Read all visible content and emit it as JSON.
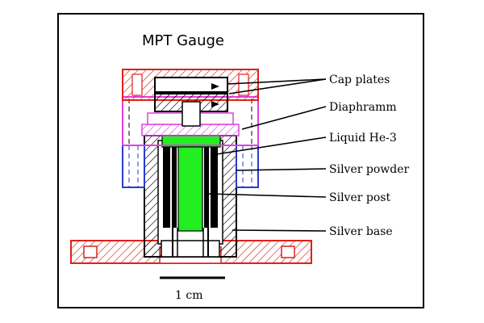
{
  "figure": {
    "title": "MPT Gauge",
    "scale_bar_label": "1 cm"
  },
  "labels": {
    "cap_plates": "Cap plates",
    "diaphragm": "Diaphramm",
    "liquid_he3": "Liquid He-3",
    "silver_powder": "Silver powder",
    "silver_post": "Silver post",
    "silver_base": "Silver base"
  },
  "colors": {
    "cap_plates": "#e0201a",
    "diaphragm_section": "#e040e0",
    "silver_powder_shell": "#2a3ad0",
    "liquid_he3": "#22ee22",
    "hatch": "#000000",
    "outline": "#000000"
  }
}
